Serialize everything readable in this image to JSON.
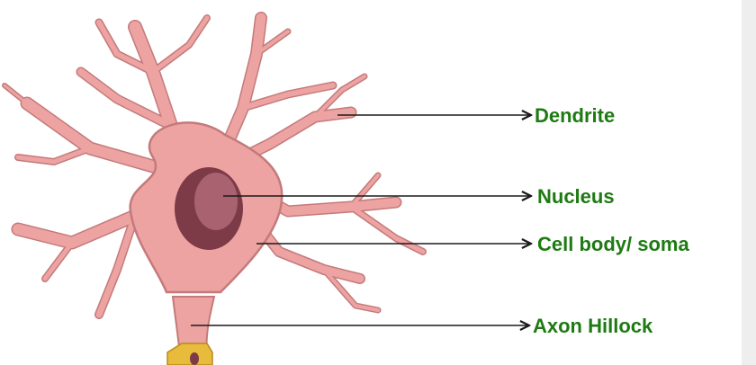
{
  "diagram": {
    "labels": {
      "dendrite": "Dendrite",
      "nucleus": "Nucleus",
      "cell_body": "Cell body/ soma",
      "axon_hillock": "Axon Hillock"
    },
    "colors": {
      "label_text": "#1e7a12",
      "arrow": "#1a1a1a",
      "cell_fill": "#eea3a3",
      "cell_outline": "#c47a7a",
      "nucleus_outer": "#7d3b47",
      "nucleus_inner": "#a86270",
      "axon_sheath": "#e8bb3c",
      "page_background": "#ffffff",
      "right_edge_bar": "#eeeeee"
    }
  }
}
